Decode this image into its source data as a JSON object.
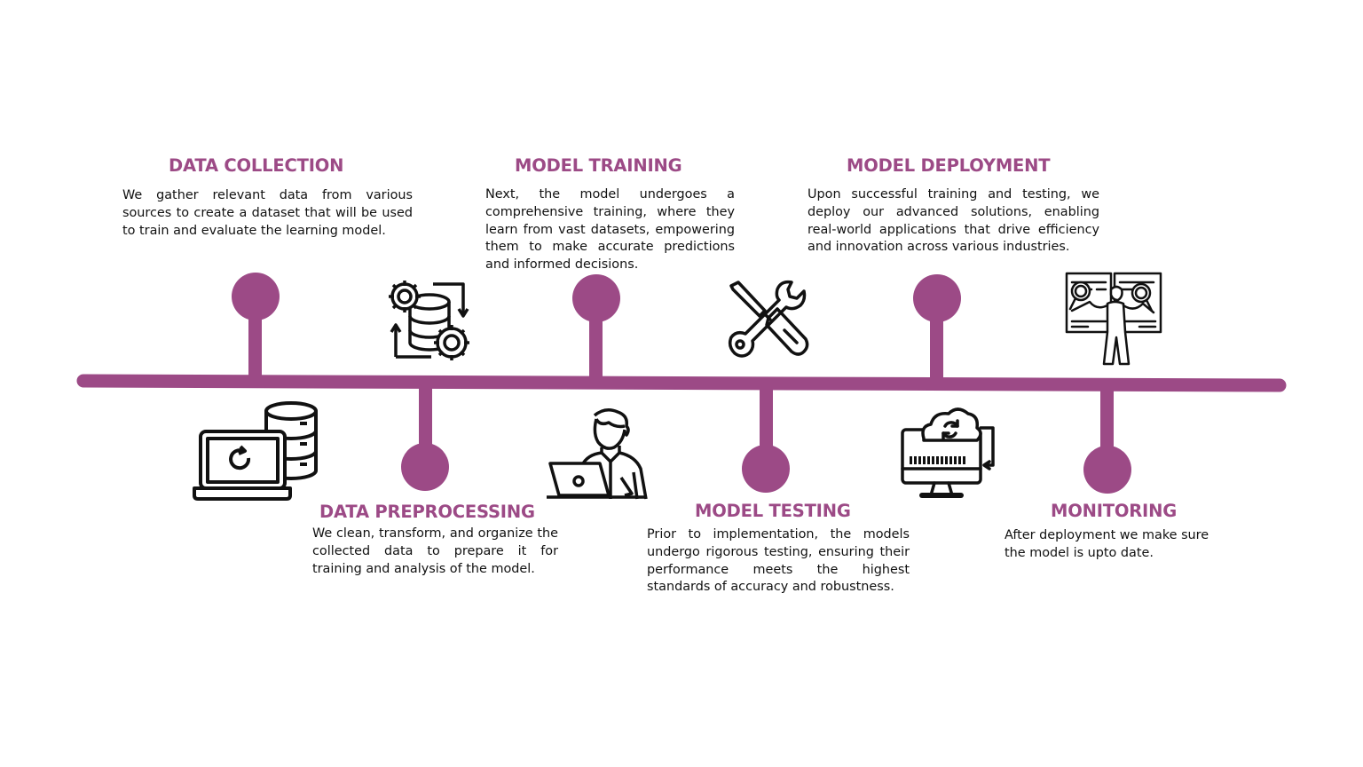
{
  "colors": {
    "accent": "#9c4a86",
    "text": "#111111",
    "icon": "#111111"
  },
  "steps": [
    {
      "title": "DATA COLLECTION",
      "description": "We gather relevant data from various sources to create a dataset that will be used to train and evaluate the learning model.",
      "icon": "laptop-database-icon"
    },
    {
      "title": "DATA PREPROCESSING",
      "description": "We clean, transform, and organize the collected data to prepare it for training and analysis of the model.",
      "icon": "gears-database-icon"
    },
    {
      "title": "MODEL TRAINING",
      "description": "Next, the model undergoes a comprehensive training, where they learn from vast datasets, empowering them to make accurate predictions and informed decisions.",
      "icon": "person-laptop-icon"
    },
    {
      "title": "MODEL TESTING",
      "description": "Prior to implementation, the models undergo rigorous testing, ensuring their performance meets the highest standards of accuracy and robustness.",
      "icon": "wrench-screwdriver-icon"
    },
    {
      "title": "MODEL DEPLOYMENT",
      "description": "Upon successful training and testing, we deploy our advanced solutions, enabling real-world applications that drive efficiency and innovation across various industries.",
      "icon": "cloud-monitor-icon"
    },
    {
      "title": "MONITORING",
      "description": "After deployment we make sure the model is upto date.",
      "icon": "analyst-magnifier-icon"
    }
  ]
}
